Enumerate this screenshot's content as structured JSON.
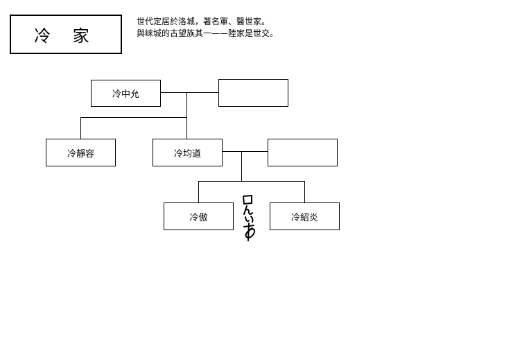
{
  "header": {
    "family_name": "冷 家",
    "description": [
      "世代定居於洛城，著名軍、醫世家。",
      "與崃城的古望族其一——陸家是世交。"
    ]
  },
  "tree": {
    "nodes": [
      {
        "id": "n1",
        "label": "冷中允"
      },
      {
        "id": "n2",
        "label": ""
      },
      {
        "id": "n3",
        "label": "冷靜容"
      },
      {
        "id": "n4",
        "label": "冷均道"
      },
      {
        "id": "n5",
        "label": ""
      },
      {
        "id": "n6",
        "label": "冷傲"
      },
      {
        "id": "n7",
        "label": "冷紹炎"
      }
    ]
  },
  "annotation": {
    "handwritten": "ロんいあ"
  }
}
